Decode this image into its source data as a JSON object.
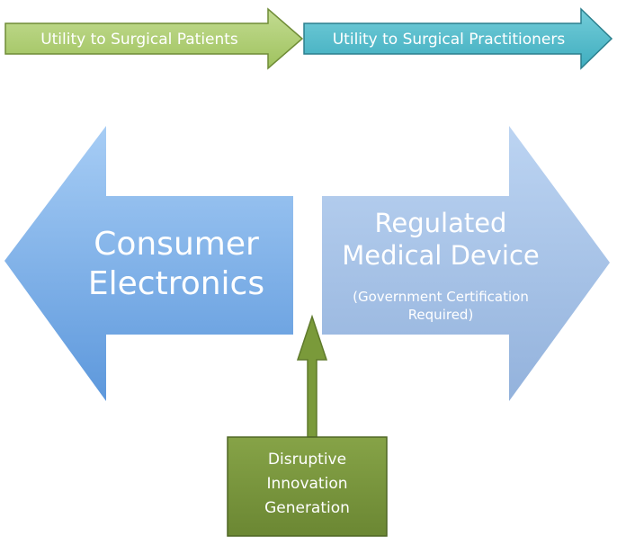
{
  "banners": {
    "patients": "Utility to Surgical Patients",
    "practitioners": "Utility to Surgical Practitioners"
  },
  "left_arrow": {
    "title_line1": "Consumer",
    "title_line2": "Electronics"
  },
  "right_arrow": {
    "title_line1": "Regulated",
    "title_line2": "Medical Device",
    "note_line1": "(Government Certification",
    "note_line2": "Required)"
  },
  "bottom_box": {
    "line1": "Disruptive",
    "line2": "Innovation",
    "line3": "Generation"
  },
  "colors": {
    "green_banner": "#a8c96b",
    "teal_banner": "#4db8c8",
    "blue_left": "#7eb0e8",
    "blue_right": "#a9c3e6",
    "olive_box": "#77933c"
  }
}
